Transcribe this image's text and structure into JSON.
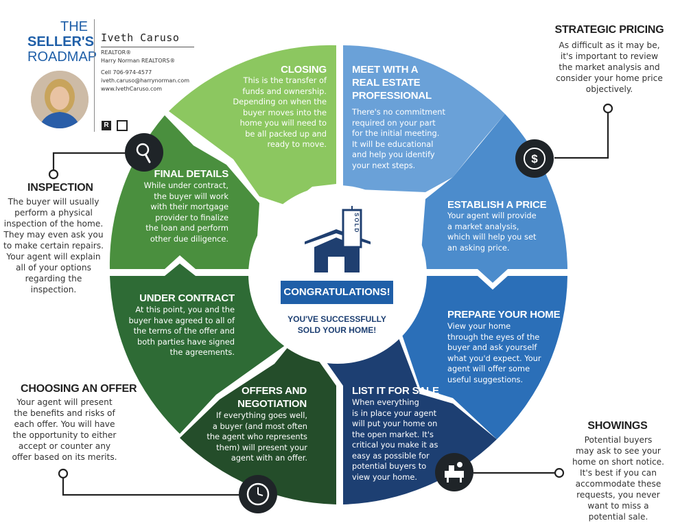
{
  "brand": {
    "line1": "THE",
    "line2": "SELLER'S",
    "line3": "ROADMAP"
  },
  "agent": {
    "name": "Iveth Caruso",
    "title": "REALTOR®",
    "company": "Harry Norman REALTORS®",
    "phone": "Cell 706-974-4577",
    "email": "iveth.caruso@harrynorman.com",
    "website": "www.IvethCaruso.com"
  },
  "center": {
    "sign_text": "SOLD",
    "banner": "CONGRATULATIONS!",
    "subtitle_line1": "YOU'VE SUCCESSFULLY",
    "subtitle_line2": "SOLD YOUR HOME!"
  },
  "segments": {
    "meet": {
      "title1": "MEET WITH A",
      "title2": "REAL ESTATE",
      "title3": "PROFESSIONAL",
      "body": [
        "There's no commitment",
        "required on your part",
        "for the initial meeting.",
        "It will be educational",
        "and help you identify",
        "your next steps."
      ]
    },
    "price": {
      "title": "ESTABLISH A PRICE",
      "body": [
        "Your agent will provide",
        "a market analysis,",
        "which will help you set",
        "an asking price."
      ]
    },
    "prepare": {
      "title": "PREPARE YOUR HOME",
      "body": [
        "View your home",
        "through the eyes of the",
        "buyer and ask yourself",
        "what you'd expect. Your",
        "agent will offer some",
        "useful suggestions."
      ]
    },
    "list": {
      "title": "LIST IT FOR SALE",
      "body": [
        "When everything",
        "is in place your agent",
        "will put your home on",
        "the open market. It's",
        "critical you make it as",
        "easy as possible for",
        "potential buyers to",
        "view your home."
      ]
    },
    "offers": {
      "title1": "OFFERS AND",
      "title2": "NEGOTIATION",
      "body": [
        "If everything goes well,",
        "a buyer (and most often",
        "the agent who represents",
        "them) will present your",
        "agent with an offer."
      ]
    },
    "contract": {
      "title": "UNDER CONTRACT",
      "body": [
        "At this point, you and the",
        "buyer have agreed to all of",
        "the terms of the offer and",
        "both parties have signed",
        "the agreements."
      ]
    },
    "final": {
      "title": "FINAL DETAILS",
      "body": [
        "While under contract,",
        "the buyer will work",
        "with their mortgage",
        "provider to finalize",
        "the loan and perform",
        "other due diligence."
      ]
    },
    "closing": {
      "title": "CLOSING",
      "body": [
        "This is the transfer of",
        "funds and ownership.",
        "Depending on when the",
        "buyer moves into the",
        "home you will need to",
        "be all packed up and",
        "ready to move."
      ]
    }
  },
  "callouts": {
    "pricing": {
      "title": "STRATEGIC PRICING",
      "body": [
        "As difficult as it may be,",
        "it's important to review",
        "the market analysis and",
        "consider your home price",
        "objectively."
      ]
    },
    "inspection": {
      "title": "INSPECTION",
      "body": [
        "The buyer will usually",
        "perform a physical",
        "inspection of the home.",
        "They may even ask you",
        "to make certain repairs.",
        "Your agent will explain",
        "all of your options",
        "regarding the",
        "inspection."
      ]
    },
    "choosing": {
      "title": "CHOOSING AN OFFER",
      "body": [
        "Your agent will present",
        "the benefits and risks of",
        "each offer. You will have",
        "the opportunity to either",
        "accept or counter any",
        "offer based on its merits."
      ]
    },
    "showings": {
      "title": "SHOWINGS",
      "body": [
        "Potential buyers",
        "may ask to see your",
        "home on short notice.",
        "It's best if you can",
        "accommodate these",
        "requests, you never",
        "want to miss a",
        "potential sale."
      ]
    }
  },
  "icons": [
    "dollar-icon",
    "magnifier-icon",
    "clock-icon",
    "showing-icon",
    "house-sold-icon"
  ],
  "colors": {
    "meet": "#6aa1d8",
    "price": "#4c8ccc",
    "prepare": "#2b6fb8",
    "list": "#1d3f72",
    "offers": "#244d2a",
    "contract": "#2e6b35",
    "final": "#4a8f3e",
    "closing": "#8cc760",
    "brand_blue": "#1f5fa8",
    "icon_dark": "#1f2428"
  }
}
